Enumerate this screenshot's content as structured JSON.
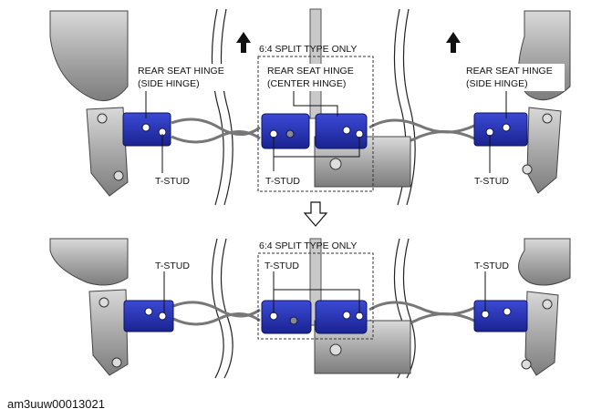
{
  "labels": {
    "split_top": "6:4 SPLIT TYPE ONLY",
    "split_bottom": "6:4 SPLIT TYPE ONLY",
    "side_hinge_line1": "REAR SEAT HINGE",
    "side_hinge_line2": "(SIDE HINGE)",
    "center_hinge_line1": "REAR SEAT HINGE",
    "center_hinge_line2": "(CENTER HINGE)",
    "t_stud": "T-STUD"
  },
  "figure_code": "am3uuw00013021",
  "colors": {
    "hinge_blue": "#1f2fb8",
    "frame_gray": "#b8b8b8",
    "dark_gray": "#6c6c6c",
    "ink": "#111111"
  },
  "icons": [
    "up-arrow-icon",
    "down-outline-arrow-icon"
  ]
}
